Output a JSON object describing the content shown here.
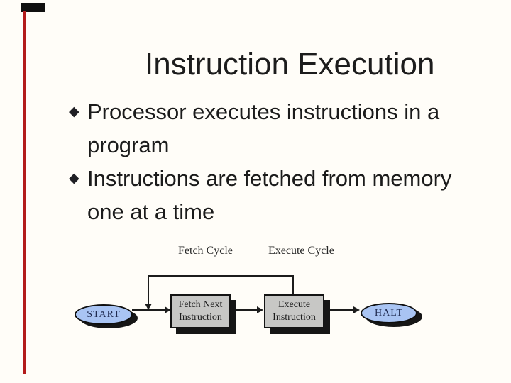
{
  "slide": {
    "title": "Instruction Execution",
    "bullet_glyph": "◆",
    "bullets": [
      {
        "line1": "Processor executes instructions in a",
        "line2": "program"
      },
      {
        "line1": "Instructions are fetched from memory",
        "line2": "one at a time"
      }
    ],
    "diagram": {
      "fetch_cycle_label": "Fetch Cycle",
      "execute_cycle_label": "Execute Cycle",
      "start_label": "START",
      "fetch_box_line1": "Fetch Next",
      "fetch_box_line2": "Instruction",
      "execute_box_line1": "Execute",
      "execute_box_line2": "Instruction",
      "halt_label": "HALT"
    },
    "colors": {
      "background": "#fffdf8",
      "title_text": "#1c1c1c",
      "body_text": "#1b1b1b",
      "ellipse_fill": "#a9c4f3",
      "ellipse_text": "#1f2a50",
      "box_fill": "#c7c7c5",
      "shadow": "#161616",
      "arrow": "#1c1c1c",
      "left_border_red": "#b31b1b",
      "left_border_black": "#101010"
    }
  }
}
